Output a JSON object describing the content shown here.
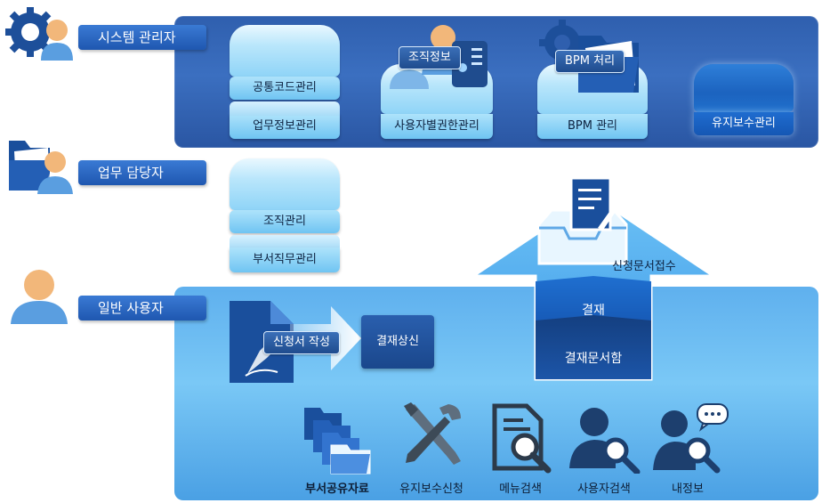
{
  "roles": {
    "admin": "시스템 관리자",
    "worker": "업무 담당자",
    "user": "일반 사용자"
  },
  "admin_tiles": {
    "code_mgmt": "공통코드관리",
    "business_info_mgmt": "업무정보관리",
    "user_permission_mgmt": "사용자별권한관리",
    "bpm_mgmt": "BPM 관리",
    "maintenance_mgmt": "유지보수관리"
  },
  "admin_tags": {
    "org_info": "조직정보",
    "bpm_process": "BPM 처리"
  },
  "worker_tiles": {
    "org_mgmt": "조직관리",
    "dept_role_mgmt": "부서직무관리"
  },
  "workflow": {
    "write_application": "신청서 작성",
    "submit_approval": "결재상신",
    "receive_application": "신청문서접수",
    "approval": "결재",
    "approval_box": "결재문서함"
  },
  "tools": [
    {
      "label": "부서공유자료",
      "icon": "folder-stack-icon"
    },
    {
      "label": "유지보수신청",
      "icon": "tools-icon"
    },
    {
      "label": "메뉴검색",
      "icon": "document-search-icon"
    },
    {
      "label": "사용자검색",
      "icon": "user-search-icon"
    },
    {
      "label": "내정보",
      "icon": "my-info-icon"
    }
  ],
  "colors": {
    "admin_panel": "#2f5fae",
    "user_panel": "#6fbdf2",
    "label_blue": "#1f57b0",
    "tile_light": "#8fd4f7",
    "dark_blue": "#1a4f9c"
  }
}
